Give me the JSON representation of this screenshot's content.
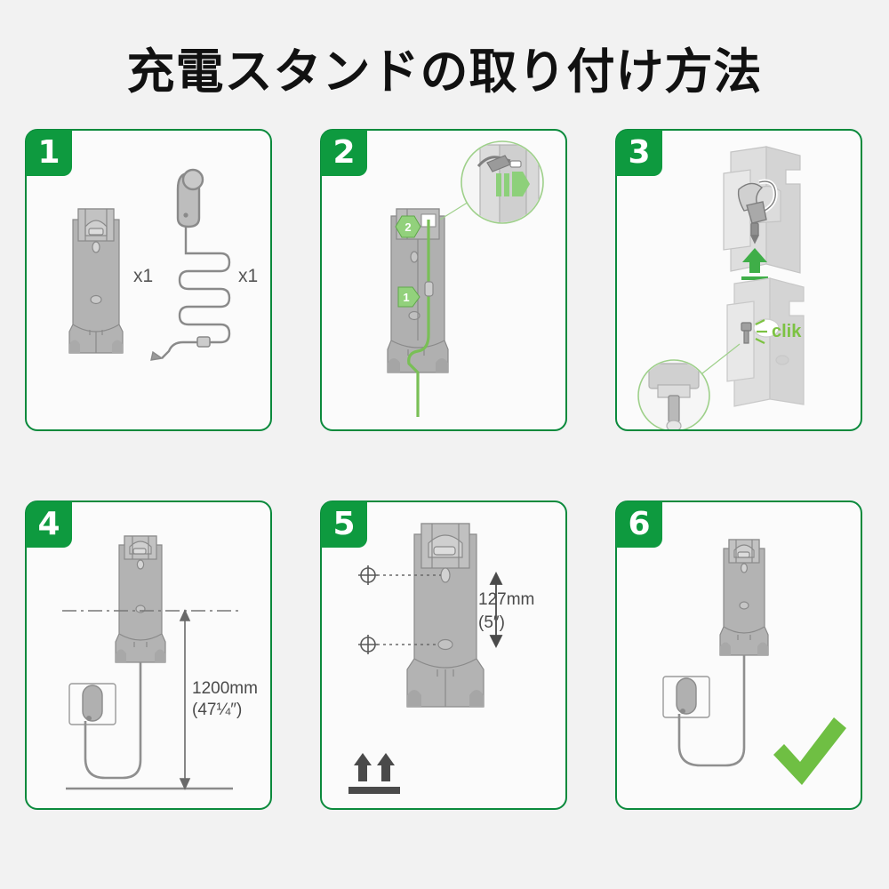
{
  "document": {
    "title": "充電スタンドの取り付け方法",
    "type": "installation-instruction-sheet",
    "background_color": "#f2f2f2"
  },
  "theme": {
    "badge_green": "#0e9a3f",
    "border_green": "#0b8a3c",
    "arrow_green": "#8dd07a",
    "accent_green": "#7cc242",
    "check_green": "#6fbf43",
    "part_fill": "#b3b3b3",
    "part_stroke": "#8a8a8a",
    "panel_bg": "#fbfbfb",
    "text_gray": "#4a4a4a"
  },
  "panels": [
    {
      "number": "1",
      "name": "parts-checklist",
      "labels": {
        "bracket_qty": "x1",
        "cable_qty": "x1"
      }
    },
    {
      "number": "2",
      "name": "route-cable",
      "labels": {
        "arrow_one": "1",
        "arrow_two": "2"
      }
    },
    {
      "number": "3",
      "name": "connect-plug",
      "labels": {
        "click": "clik"
      }
    },
    {
      "number": "4",
      "name": "mounting-height",
      "labels": {
        "dimension_mm": "1200mm",
        "dimension_in": "(47¼″)"
      }
    },
    {
      "number": "5",
      "name": "screw-hole-spacing",
      "labels": {
        "dimension_mm": "127mm",
        "dimension_in": "(5″)",
        "orientation_symbol": "this-way-up"
      }
    },
    {
      "number": "6",
      "name": "completed-installation",
      "labels": {
        "check": "✓"
      }
    }
  ]
}
